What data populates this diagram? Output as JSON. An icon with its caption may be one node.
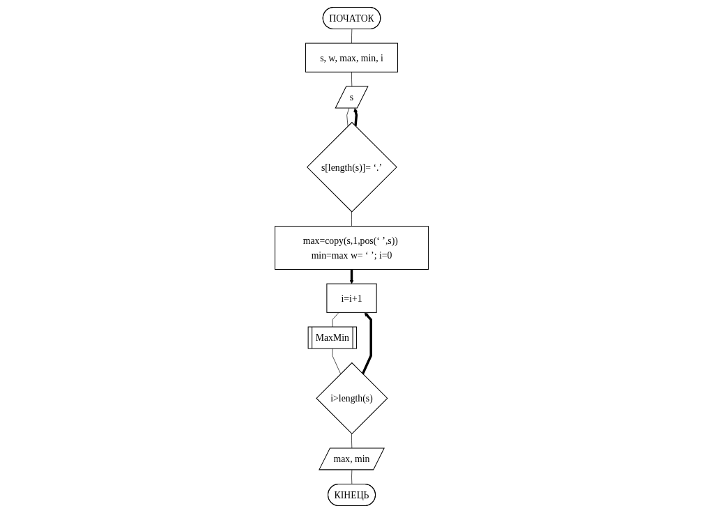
{
  "diagram": {
    "nodes": [
      {
        "text": [
          "ПОЧАТОК"
        ]
      },
      {
        "text": [
          "s, w, max, min, i"
        ]
      },
      {
        "text": [
          "s"
        ]
      },
      {
        "text": [
          "s[length(s)]= ‘.’"
        ]
      },
      {
        "text": [
          "max=copy(s,1,pos(‘ ’,s)) min=max w= ‘ ’; i=0"
        ]
      },
      {
        "text": [
          "i=i+1"
        ]
      },
      {
        "text": [
          "MaxMin"
        ]
      },
      {
        "text": [
          "i>length(s)"
        ]
      },
      {
        "text": [
          "max, min"
        ]
      },
      {
        "text": [
          "КІНЕЦЬ"
        ]
      }
    ],
    "edges": [
      {
        "from": 0,
        "to": 1,
        "arrow": "none"
      },
      {
        "from": 1,
        "to": 2,
        "arrow": "none"
      },
      {
        "from": 2,
        "to": 3,
        "arrow": "none"
      },
      {
        "from": 3,
        "to": 2,
        "arrow": "to",
        "style": "thick"
      },
      {
        "from": 3,
        "to": 4,
        "arrow": "none"
      },
      {
        "from": 4,
        "to": 5,
        "arrow": "to",
        "style": "thick"
      },
      {
        "from": 5,
        "to": 6,
        "arrow": "none"
      },
      {
        "from": 6,
        "to": 7,
        "arrow": "none"
      },
      {
        "from": 7,
        "to": 5,
        "arrow": "to",
        "style": "thick"
      },
      {
        "from": 7,
        "to": 8,
        "arrow": "none"
      },
      {
        "from": 8,
        "to": 9,
        "arrow": "none"
      }
    ]
  }
}
